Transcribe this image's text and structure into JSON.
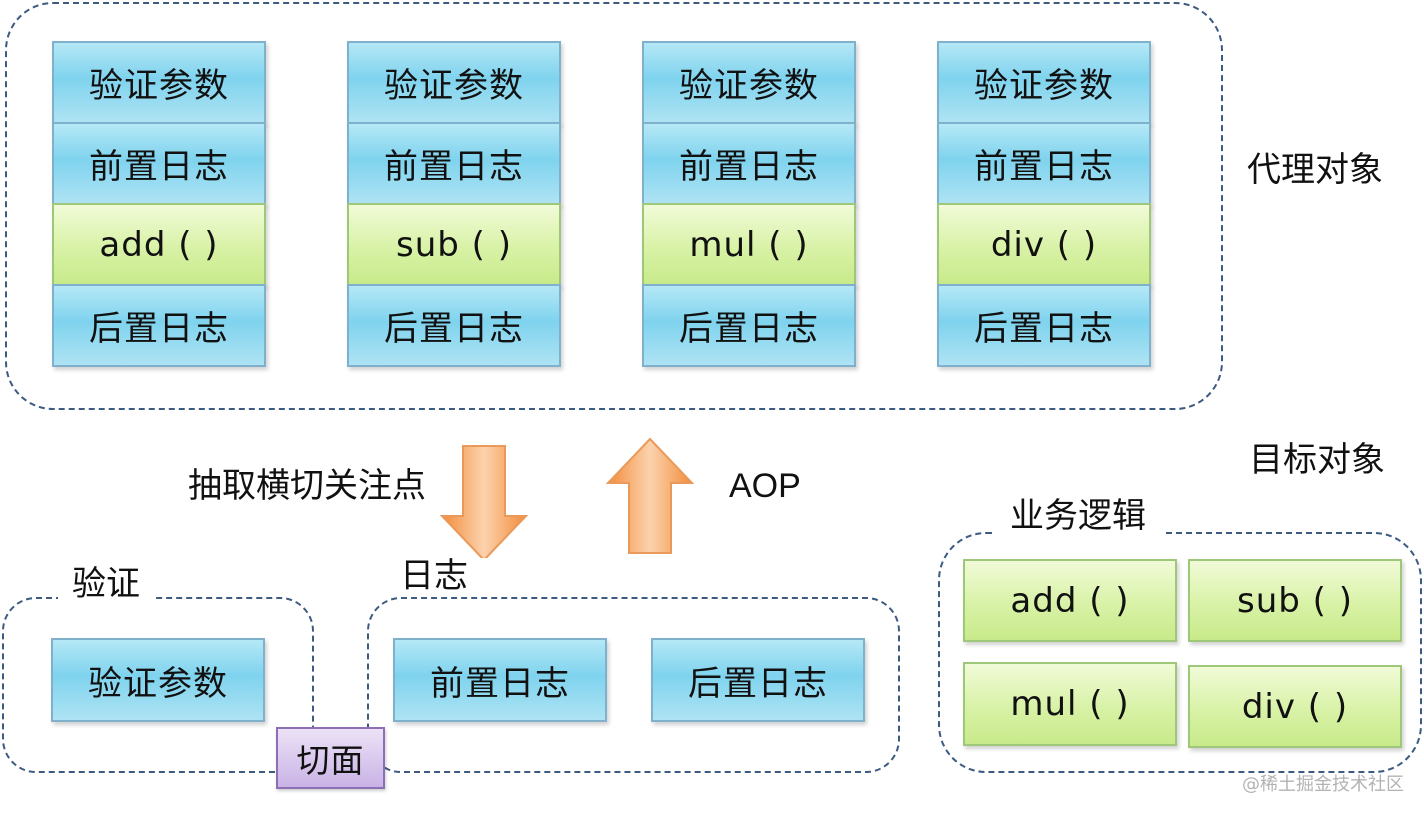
{
  "proxy": {
    "title": "代理对象",
    "columns": [
      {
        "validate": "验证参数",
        "pre_log": "前置日志",
        "method": "add (   )",
        "post_log": "后置日志"
      },
      {
        "validate": "验证参数",
        "pre_log": "前置日志",
        "method": "sub (   )",
        "post_log": "后置日志"
      },
      {
        "validate": "验证参数",
        "pre_log": "前置日志",
        "method": "mul (   )",
        "post_log": "后置日志"
      },
      {
        "validate": "验证参数",
        "pre_log": "前置日志",
        "method": "div (   )",
        "post_log": "后置日志"
      }
    ]
  },
  "arrows": {
    "extract_label": "抽取横切关注点",
    "aop_label": "AOP"
  },
  "aspects": {
    "validation_group": {
      "label": "验证",
      "item": "验证参数"
    },
    "log_group": {
      "label": "日志",
      "items": [
        "前置日志",
        "后置日志"
      ]
    },
    "aspect_label": "切面"
  },
  "target": {
    "title": "目标对象",
    "group_label": "业务逻辑",
    "methods": [
      "add (   )",
      "sub (   )",
      "mul (   )",
      "div (   )"
    ]
  },
  "watermark": "@稀土掘金技术社区",
  "colors": {
    "cell_blue": "#7fd3ee",
    "cell_green": "#d8f2a6",
    "aspect_purple": "#c9b3e6",
    "dashed_border": "#3d5a80",
    "arrow_orange": "#f6a35c"
  }
}
